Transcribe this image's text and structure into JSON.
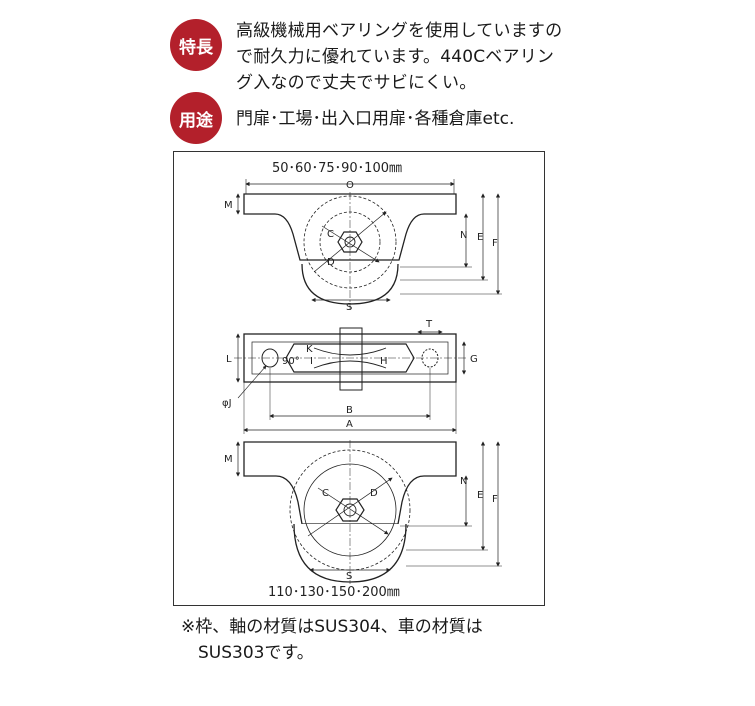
{
  "features": {
    "badge": "特長",
    "text": "高級機械用ベアリングを使用していますので耐久力に優れています。440Cベアリング入なので丈夫でサビにくい。"
  },
  "usage": {
    "badge": "用途",
    "text": "門扉･工場･出入口用扉･各種倉庫etc."
  },
  "diagram": {
    "small_sizes": "50･60･75･90･100㎜",
    "large_sizes": "110･130･150･200㎜",
    "labels": {
      "O": "O",
      "M": "M",
      "N": "N",
      "E": "E",
      "F": "F",
      "C": "C",
      "D": "D",
      "S": "S",
      "T": "T",
      "L": "L",
      "G": "G",
      "K": "K",
      "I": "I",
      "H": "H",
      "B": "B",
      "A": "A",
      "J": "φJ",
      "angle": "90°"
    }
  },
  "note": {
    "line1": "※枠、軸の材質はSUS304、車の材質は",
    "line2": "SUS303です。"
  }
}
